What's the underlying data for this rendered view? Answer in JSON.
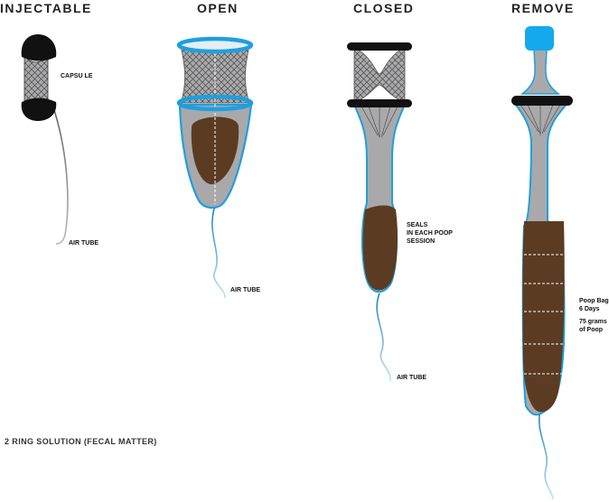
{
  "stages": [
    {
      "id": "injectable",
      "title": "INJECTABLE"
    },
    {
      "id": "open",
      "title": "OPEN"
    },
    {
      "id": "closed",
      "title": "CLOSED"
    },
    {
      "id": "remove",
      "title": "REMOVE"
    }
  ],
  "labels": {
    "capsule": "CAPSU LE",
    "air_tube_1": "AIR TUBE",
    "air_tube_2": "AIR TUBE",
    "air_tube_3": "AIR TUBE",
    "seals_line1": "SEALS",
    "seals_line2": "IN EACH POOP",
    "seals_line3": "SESSION",
    "bag_line1": "Poop Bag",
    "bag_line2": "6 Days",
    "grams_line1": "75 grams",
    "grams_line2": "of Poop"
  },
  "caption": "2 RING SOLUTION (FECAL MATTER)",
  "colors": {
    "ring_blue": "#1e9fe0",
    "cap_blue": "#14a9ec",
    "black": "#111111",
    "grey_body": "#a9a9ab",
    "brown_fill": "#5b3c22",
    "tube_grey": "#888888",
    "tube_blue": "#3a8fc7"
  }
}
